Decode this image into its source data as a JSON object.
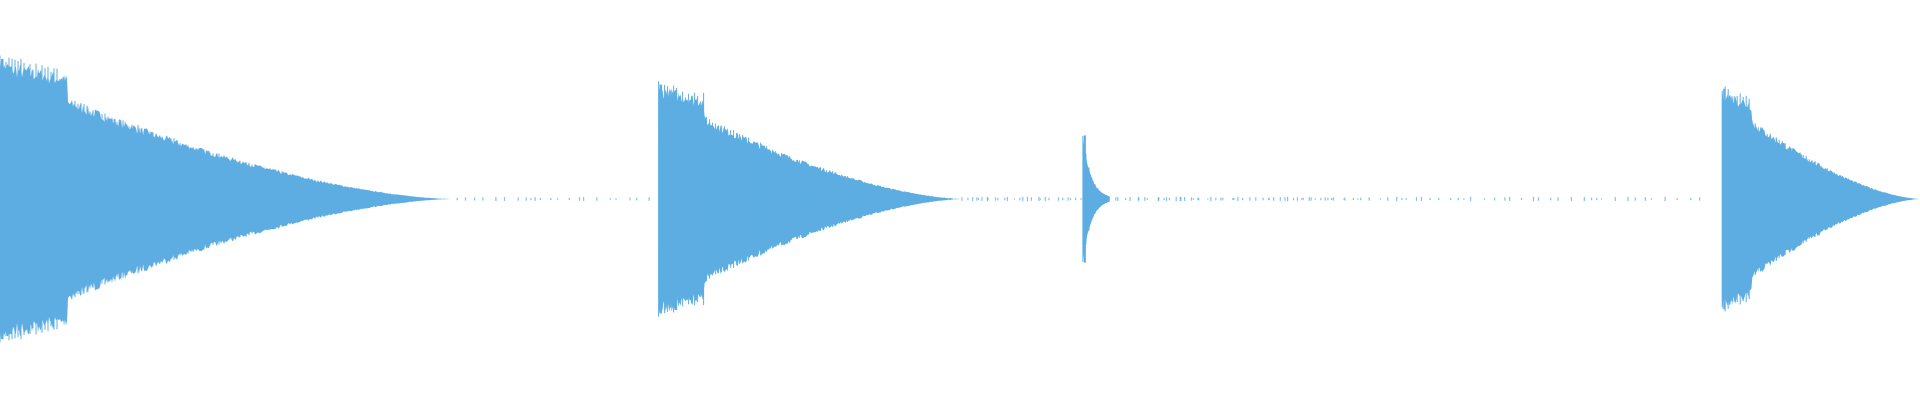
{
  "waveform": {
    "color": "#5DADE2",
    "background": "#ffffff",
    "note_count": 4,
    "notes": [
      {
        "name": "note-1",
        "onset_fraction": 0.0,
        "peak_amplitude": 0.66,
        "decay_fraction": 0.235,
        "tail_fraction": 0.33
      },
      {
        "name": "note-2",
        "onset_fraction": 0.343,
        "peak_amplitude": 0.54,
        "decay_fraction": 0.158,
        "tail_fraction": 0.21
      },
      {
        "name": "note-3",
        "onset_fraction": 0.564,
        "peak_amplitude": 0.3,
        "decay_fraction": 0.014,
        "tail_fraction": 0.31
      },
      {
        "name": "note-4",
        "onset_fraction": 0.897,
        "peak_amplitude": 0.52,
        "decay_fraction": 0.103,
        "tail_fraction": 0.0
      }
    ]
  }
}
